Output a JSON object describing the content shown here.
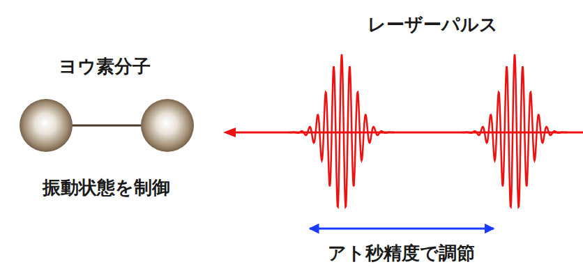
{
  "diagram": {
    "labels": [
      "ヨウ素分子",
      "振動状態を制御",
      "レーザーパルス",
      "アト秒精度で調節"
    ]
  }
}
